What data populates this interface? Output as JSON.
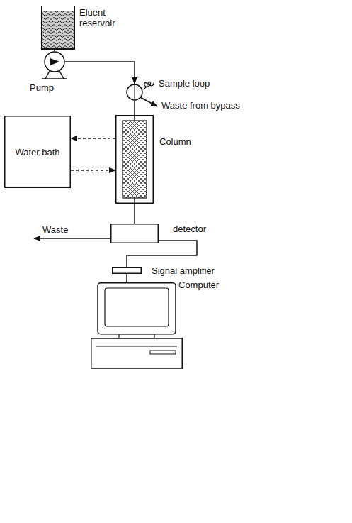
{
  "diagram": {
    "nodes": [
      {
        "text": [
          "Eluent reservoir"
        ]
      },
      {
        "text": [
          "Pump"
        ]
      },
      {
        "text": [
          "Sample loop"
        ]
      },
      {
        "text": [
          "Water bath"
        ]
      },
      {
        "text": [
          "Column"
        ]
      },
      {
        "text": [
          "detector"
        ]
      },
      {
        "text": [
          "Signal amplifier"
        ]
      },
      {
        "text": [
          "Computer"
        ]
      }
    ],
    "edges": [
      {
        "from": 0,
        "to": 1,
        "arrow": "none"
      },
      {
        "from": 1,
        "to": 2,
        "arrow": "to"
      },
      {
        "from": 2,
        "to": 4,
        "arrow": "none"
      },
      {
        "from": 4,
        "to": 3,
        "arrow": "to"
      },
      {
        "from": 3,
        "to": 4,
        "arrow": "to"
      },
      {
        "from": 4,
        "to": 5,
        "arrow": "none"
      },
      {
        "from": 5,
        "to": 6,
        "arrow": "none"
      },
      {
        "from": 6,
        "to": 7,
        "arrow": "none"
      }
    ],
    "labels": [
      "Waste from bypass",
      "Waste"
    ]
  }
}
